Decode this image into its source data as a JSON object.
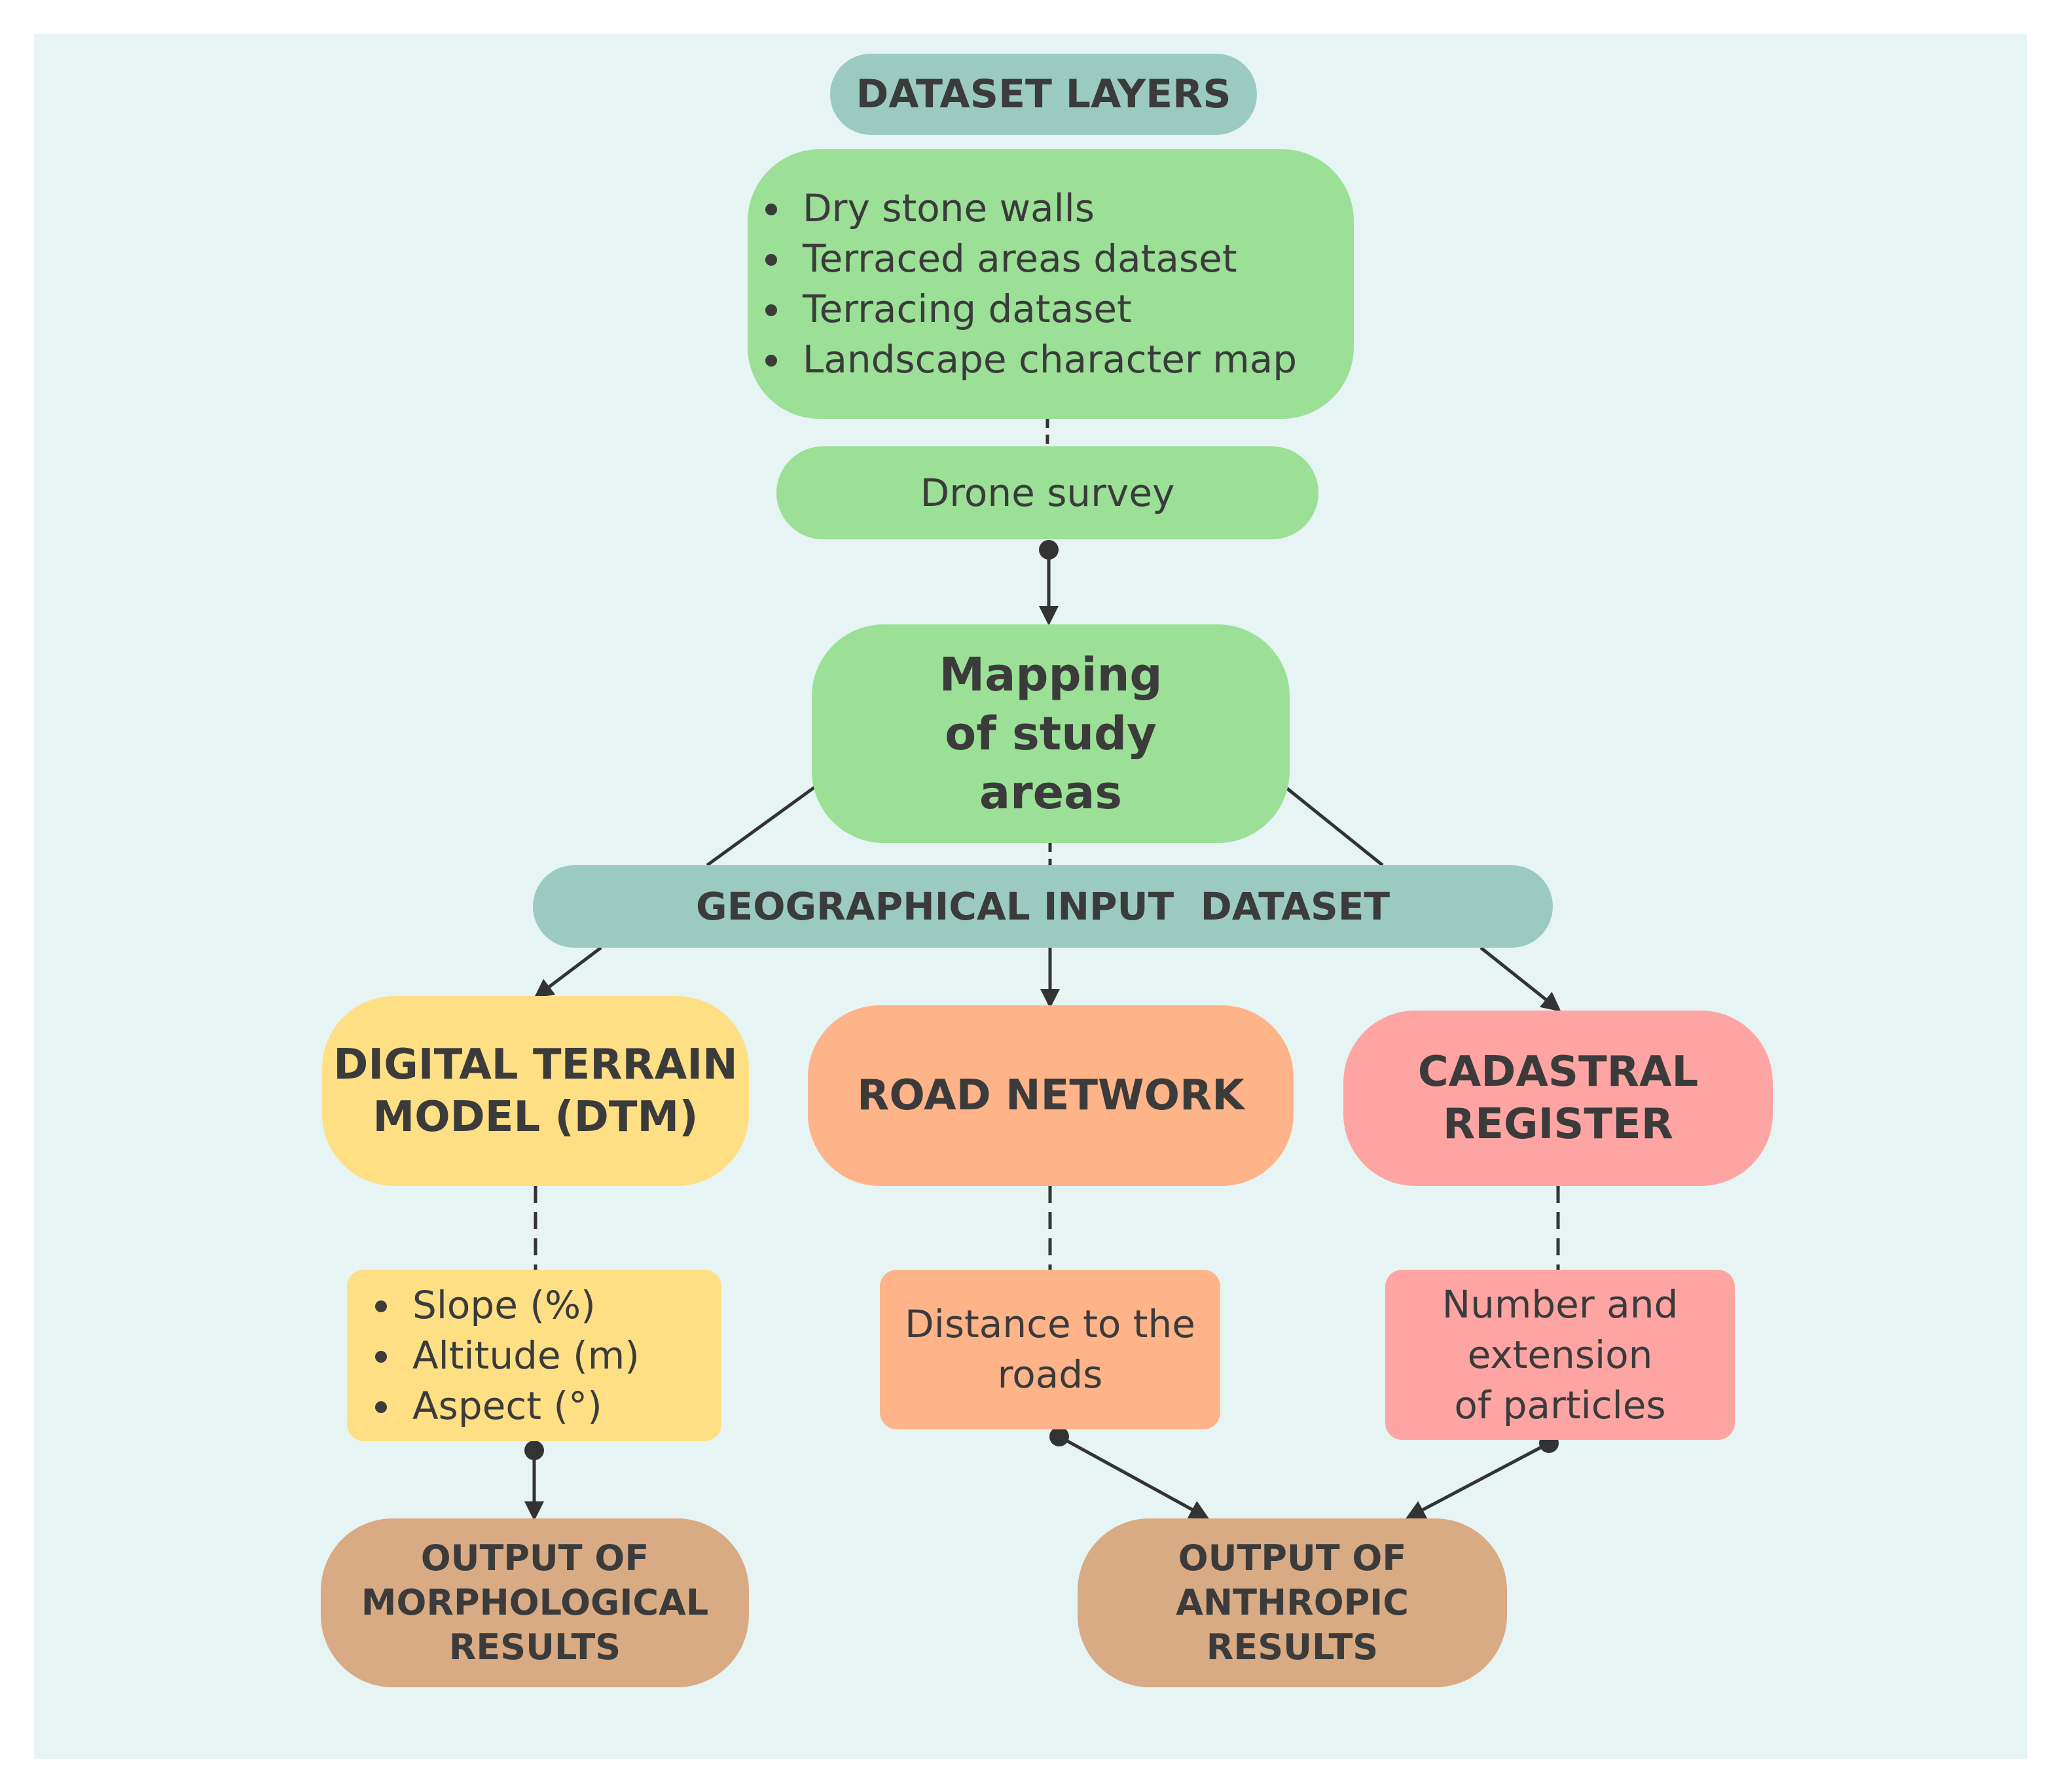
{
  "dataset_layers": {
    "title": "DATASET LAYERS",
    "items": [
      "Dry stone walls",
      "Terraced areas dataset",
      "Terracing dataset",
      "Landscape character map"
    ]
  },
  "drone_survey": "Drone survey",
  "mapping": {
    "lines": [
      "Mapping",
      "of study",
      "areas"
    ]
  },
  "geo_input": "GEOGRAPHICAL INPUT  DATASET",
  "dtm": {
    "title_lines": [
      "DIGITAL TERRAIN",
      "MODEL (DTM)"
    ],
    "items": [
      "Slope (%)",
      "Altitude (m)",
      "Aspect (°)"
    ]
  },
  "road": {
    "title": "ROAD NETWORK",
    "detail_lines": [
      "Distance to the",
      "roads"
    ]
  },
  "cadastral": {
    "title_lines": [
      "CADASTRAL",
      "REGISTER"
    ],
    "detail_lines": [
      "Number and",
      "extension",
      "of particles"
    ]
  },
  "output_morph": {
    "lines": [
      "OUTPUT OF",
      "MORPHOLOGICAL",
      "RESULTS"
    ]
  },
  "output_anthropic": {
    "lines": [
      "OUTPUT OF",
      "ANTHROPIC",
      "RESULTS"
    ]
  },
  "colors": {
    "background": "#e6f4f4",
    "teal": "#9bcbc0",
    "green": "#9be096",
    "yellow": "#fedf84",
    "orange": "#feb488",
    "pink": "#fea5a3",
    "brown": "#d9ab84",
    "line": "#333333"
  }
}
